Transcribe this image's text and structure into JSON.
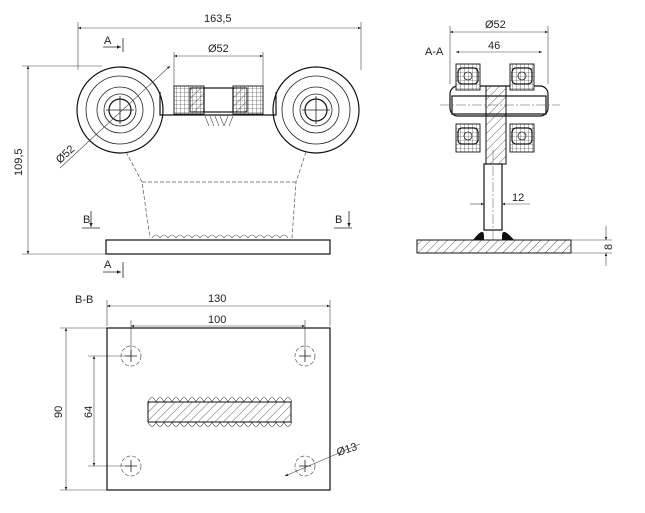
{
  "front_view": {
    "width_dim": "163,5",
    "height_dim": "109,5",
    "wheel_dia_dim": "Ø52",
    "bearing_dia_dim": "Ø52",
    "section_a_top": "A",
    "section_a_bottom": "A",
    "section_b_left": "B",
    "section_b_right": "B"
  },
  "side_view": {
    "title": "A-A",
    "outer_dim": "Ø52",
    "inner_dim": "46",
    "stem_dim": "12",
    "plate_thickness_dim": "8"
  },
  "plan_view": {
    "title": "B-B",
    "width_dim": "130",
    "hole_spacing_x_dim": "100",
    "height_dim": "90",
    "hole_spacing_y_dim": "64",
    "hole_dia_dim": "Ø13"
  }
}
